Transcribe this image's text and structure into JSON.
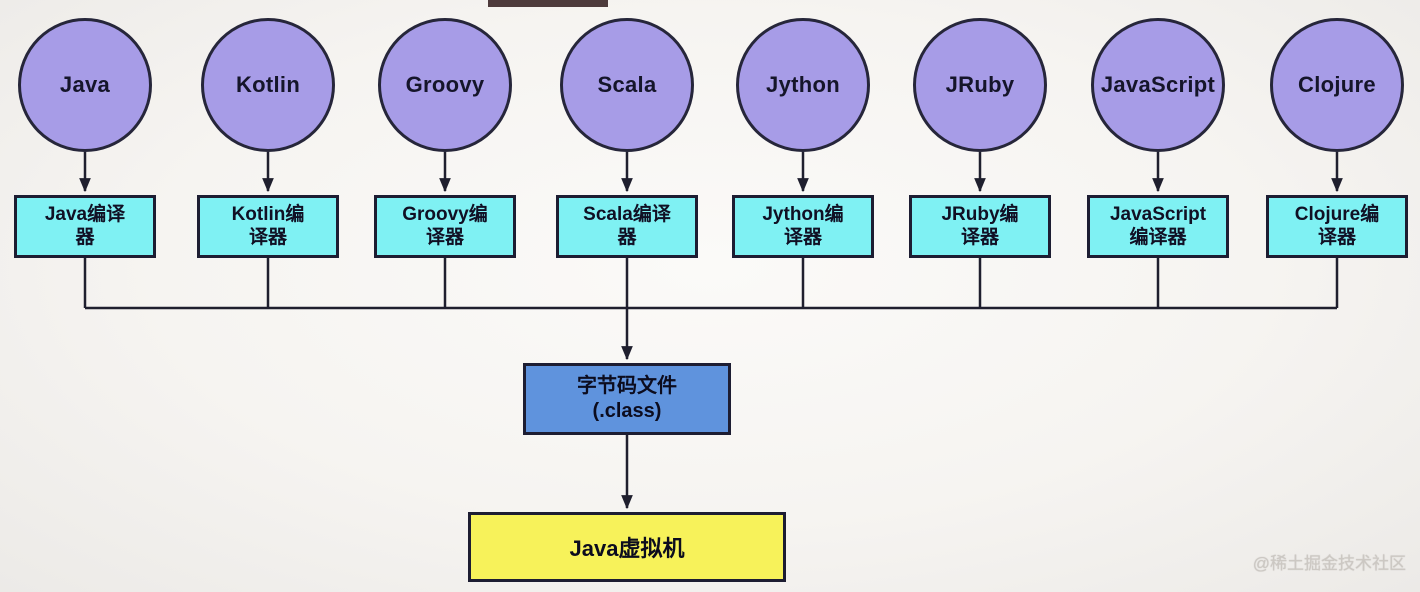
{
  "diagram": {
    "columns": [
      {
        "language": "Java",
        "compiler": [
          "Java编译",
          "器"
        ]
      },
      {
        "language": "Kotlin",
        "compiler": [
          "Kotlin编",
          "译器"
        ]
      },
      {
        "language": "Groovy",
        "compiler": [
          "Groovy编",
          "译器"
        ]
      },
      {
        "language": "Scala",
        "compiler": [
          "Scala编译",
          "器"
        ]
      },
      {
        "language": "Jython",
        "compiler": [
          "Jython编",
          "译器"
        ]
      },
      {
        "language": "JRuby",
        "compiler": [
          "JRuby编",
          "译器"
        ]
      },
      {
        "language": "JavaScript",
        "compiler": [
          "JavaScript",
          "编译器"
        ]
      },
      {
        "language": "Clojure",
        "compiler": [
          "Clojure编",
          "译器"
        ]
      }
    ],
    "bytecode": {
      "line1": "字节码文件",
      "line2": "(.class)"
    },
    "jvm": {
      "label": "Java虚拟机"
    },
    "watermark": "@稀土掘金技术社区",
    "colors": {
      "language_fill": "#a79ce7",
      "compiler_fill": "#7ff1f3",
      "bytecode_fill": "#5f93dd",
      "jvm_fill": "#f7f25a",
      "line": "#1f1f2e"
    }
  }
}
